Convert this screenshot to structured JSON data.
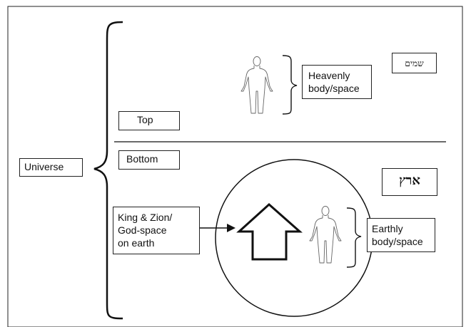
{
  "labels": {
    "universe": "Universe",
    "top": "Top",
    "bottom": "Bottom",
    "heavenly": "Heavenly\nbody/space",
    "earthly": "Earthly\nbody/space",
    "king_zion": "King & Zion/\nGod-space\non earth",
    "shamayim": "שמים",
    "eretz": "ארץ"
  }
}
